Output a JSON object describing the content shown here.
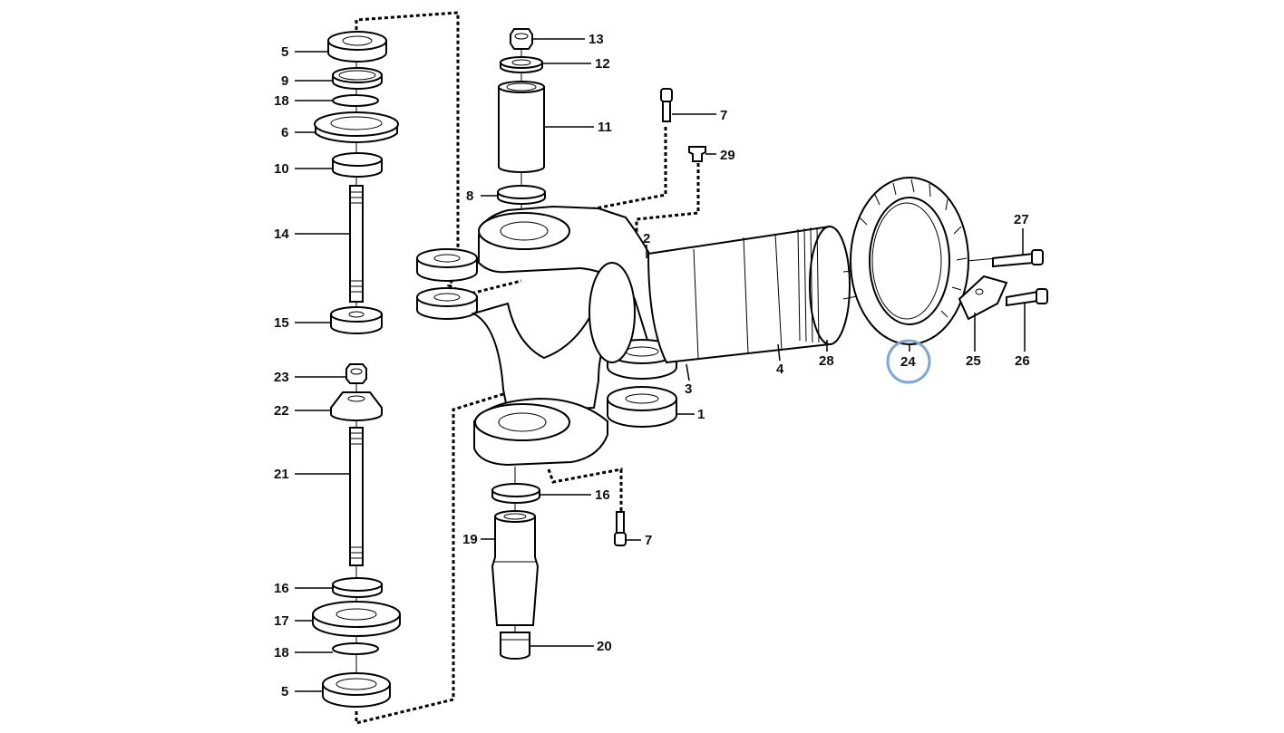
{
  "labels": {
    "p1": "1",
    "p2": "2",
    "p3": "3",
    "p4": "4",
    "p5a": "5",
    "p5b": "5",
    "p6": "6",
    "p7a": "7",
    "p7b": "7",
    "p8": "8",
    "p9": "9",
    "p10": "10",
    "p11": "11",
    "p12": "12",
    "p13": "13",
    "p14": "14",
    "p15": "15",
    "p16a": "16",
    "p16b": "16",
    "p17": "17",
    "p18a": "18",
    "p18b": "18",
    "p19": "19",
    "p20": "20",
    "p21": "21",
    "p22": "22",
    "p23": "23",
    "p24": "24",
    "p25": "25",
    "p26": "26",
    "p27": "27",
    "p28": "28",
    "p29": "29"
  },
  "highlight": {
    "part": "24",
    "color": "#7fa7d6"
  }
}
